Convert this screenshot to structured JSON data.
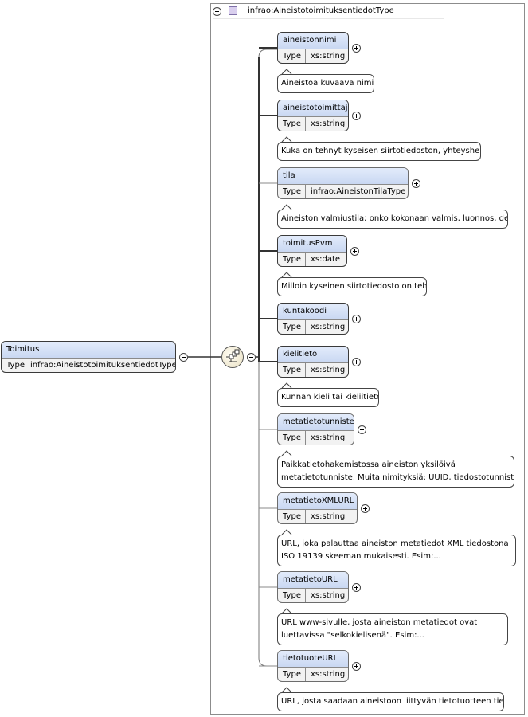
{
  "root": {
    "name": "Toimitus",
    "type_key": "Type",
    "type_value": "infrao:AineistotoimituksentiedotType"
  },
  "complex_type": {
    "name": "infrao:AineistotoimituksentiedotType"
  },
  "icons": {
    "type_icon": "complex-type-square",
    "sequence_icon": "sequence-compositor",
    "collapse_icon": "minus-circle",
    "expand_icon": "plus-circle"
  },
  "colors": {
    "element_header": "#c9d8f2",
    "type_square": "#d9cfee"
  },
  "elements": [
    {
      "name": "aineistonnimi",
      "type_key": "Type",
      "type_value": "xs:string",
      "mandatory": true,
      "note": [
        "Aineistoa kuvaava nimi,"
      ]
    },
    {
      "name": "aineistotoimittaja",
      "type_key": "Type",
      "type_value": "xs:string",
      "mandatory": true,
      "note": [
        "Kuka on tehnyt kyseisen siirtotiedoston, yhteyshenkilö"
      ]
    },
    {
      "name": "tila",
      "type_key": "Type",
      "type_value": "infrao:AineistonTilaType",
      "mandatory": false,
      "note": [
        "Aineiston valmiustila; onko kokonaan valmis, luonnos, demo"
      ]
    },
    {
      "name": "toimitusPvm",
      "type_key": "Type",
      "type_value": "xs:date",
      "mandatory": true,
      "note": [
        "Milloin kyseinen siirtotiedosto on tehty"
      ]
    },
    {
      "name": "kuntakoodi",
      "type_key": "Type",
      "type_value": "xs:string",
      "mandatory": true,
      "note": []
    },
    {
      "name": "kielitieto",
      "type_key": "Type",
      "type_value": "xs:string",
      "mandatory": true,
      "note": [
        "Kunnan kieli tai kieliitieto"
      ]
    },
    {
      "name": "metatietotunniste",
      "type_key": "Type",
      "type_value": "xs:string",
      "mandatory": false,
      "note": [
        "Paikkatietohakemistossa aineiston yksilöivä",
        "metatietotunniste. Muita nimityksiä: UUID, tiedostotunniste,..."
      ]
    },
    {
      "name": "metatietoXMLURL",
      "type_key": "Type",
      "type_value": "xs:string",
      "mandatory": false,
      "note": [
        "URL, joka palauttaa aineiston metatiedot XML tiedostona",
        "ISO 19139 skeeman mukaisesti. Esim:..."
      ]
    },
    {
      "name": "metatietoURL",
      "type_key": "Type",
      "type_value": "xs:string",
      "mandatory": false,
      "note": [
        "URL www-sivulle, josta aineiston metatiedot ovat",
        "luettavissa \"selkokielisenä\". Esim:..."
      ]
    },
    {
      "name": "tietotuoteURL",
      "type_key": "Type",
      "type_value": "xs:string",
      "mandatory": false,
      "note": [
        "URL, josta saadaan aineistoon liittyvän tietotuotteen tiedot"
      ]
    }
  ]
}
